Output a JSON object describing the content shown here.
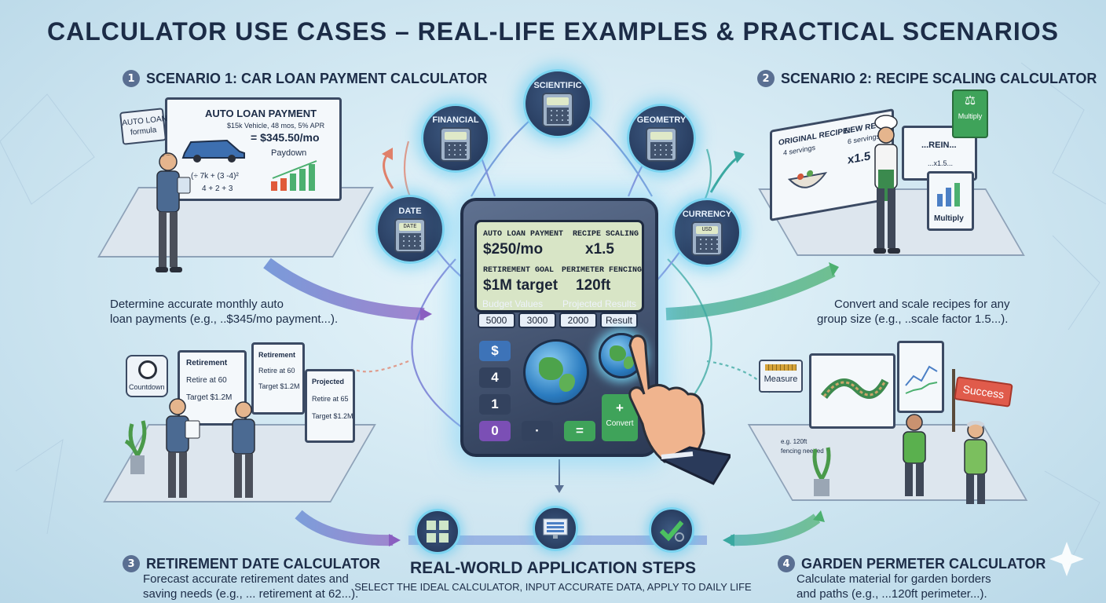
{
  "title": "CALCULATOR USE CASES – REAL-LIFE EXAMPLES & PRACTICAL SCENARIOS",
  "scenarios": [
    {
      "number": "1",
      "heading": "SCENARIO 1: CAR LOAN PAYMENT CALCULATOR",
      "desc_line1": "Determine accurate monthly auto",
      "desc_line2": "loan payments (e.g., ..$345/mo payment...)."
    },
    {
      "number": "2",
      "heading": "SCENARIO 2: RECIPE SCALING CALCULATOR",
      "desc_line1": "Convert and scale recipes for any",
      "desc_line2": "group size (e.g., ..scale factor 1.5...)."
    },
    {
      "number": "3",
      "heading": "RETIREMENT DATE CALCULATOR",
      "desc_line1": "Forecast accurate retirement dates and",
      "desc_line2": "saving needs (e.g., ... retirement at 62...)."
    },
    {
      "number": "4",
      "heading": "GARDEN PERMETER CALCULATOR",
      "desc_line1": "Calculate material for garden borders",
      "desc_line2": "and paths (e.g., ...120ft perimeter...)."
    }
  ],
  "calculator_types": {
    "scientific": "SCIENTIFIC",
    "financial": "FINANCIAL",
    "geometry": "GEOMETRY",
    "date": "DATE",
    "date_screen": "DATE",
    "currency": "CURRENCY",
    "currency_screen": "USD"
  },
  "main_calculator": {
    "auto_loan_label": "AUTO LOAN PAYMENT",
    "auto_loan_value": "$250/mo",
    "recipe_label": "RECIPE SCALING",
    "recipe_value": "x1.5",
    "retirement_label": "RETIREMENT GOAL",
    "retirement_value": "$1M target",
    "perimeter_label": "PERIMETER FENCING",
    "perimeter_value": "120ft",
    "budget_label": "Budget Values",
    "projected_label": "Projected Results",
    "values": [
      "5000",
      "3000",
      "2000",
      "Result"
    ],
    "keys": [
      "$",
      "4",
      "1",
      "0",
      "·",
      "=",
      "+",
      "Convert"
    ]
  },
  "scene1": {
    "tag_line1": "AUTO LOAN",
    "tag_line2": "formula",
    "board_title": "AUTO LOAN PAYMENT",
    "board_sub": "$15k Vehicle, 48 mos, 5% APR",
    "board_result": "= $345.50/mo",
    "board_paydown": "Paydown",
    "formula_line1": "(÷ 7k + (3 -4)²",
    "formula_line2": "4 + 2 + 3"
  },
  "scene2": {
    "original_label": "ORIGINAL RECIPE:",
    "original_servings": "4 servings",
    "new_label": "NEW RECIPE:",
    "new_servings": "6 servings",
    "factor": "x1.5",
    "rein": "...REIN...",
    "factor_small": "...x1.5...",
    "multiply_tag": "Multiply",
    "multiply_board": "Multiply"
  },
  "scene3": {
    "countdown": "Countdown",
    "mon1_title": "Retirement",
    "mon1_line1": "Retire at 60",
    "mon1_line2": "Target $1.2M",
    "mon2_title": "Retirement",
    "mon2_line1": "Retire at 60",
    "mon2_line2": "Target $1.2M",
    "mon3_title": "Projected",
    "mon3_line1": "Retire at 65",
    "mon3_line2": "Target $1.2M"
  },
  "scene4": {
    "measure": "Measure",
    "success": "Success",
    "note_line1": "e.g. 120ft",
    "note_line2": "fencing needed"
  },
  "steps": {
    "title": "REAL-WORLD APPLICATION STEPS",
    "subtitle": "SELECT THE IDEAL CALCULATOR, INPUT ACCURATE DATA, APPLY TO DAILY LIFE"
  },
  "colors": {
    "accent_glow": "#7ad3f0",
    "title": "#1c2c47",
    "arrow_blue": "#5b7fd0",
    "arrow_purple": "#8a5fc0",
    "arrow_teal": "#3aa8a0",
    "arrow_green": "#4cb070"
  }
}
